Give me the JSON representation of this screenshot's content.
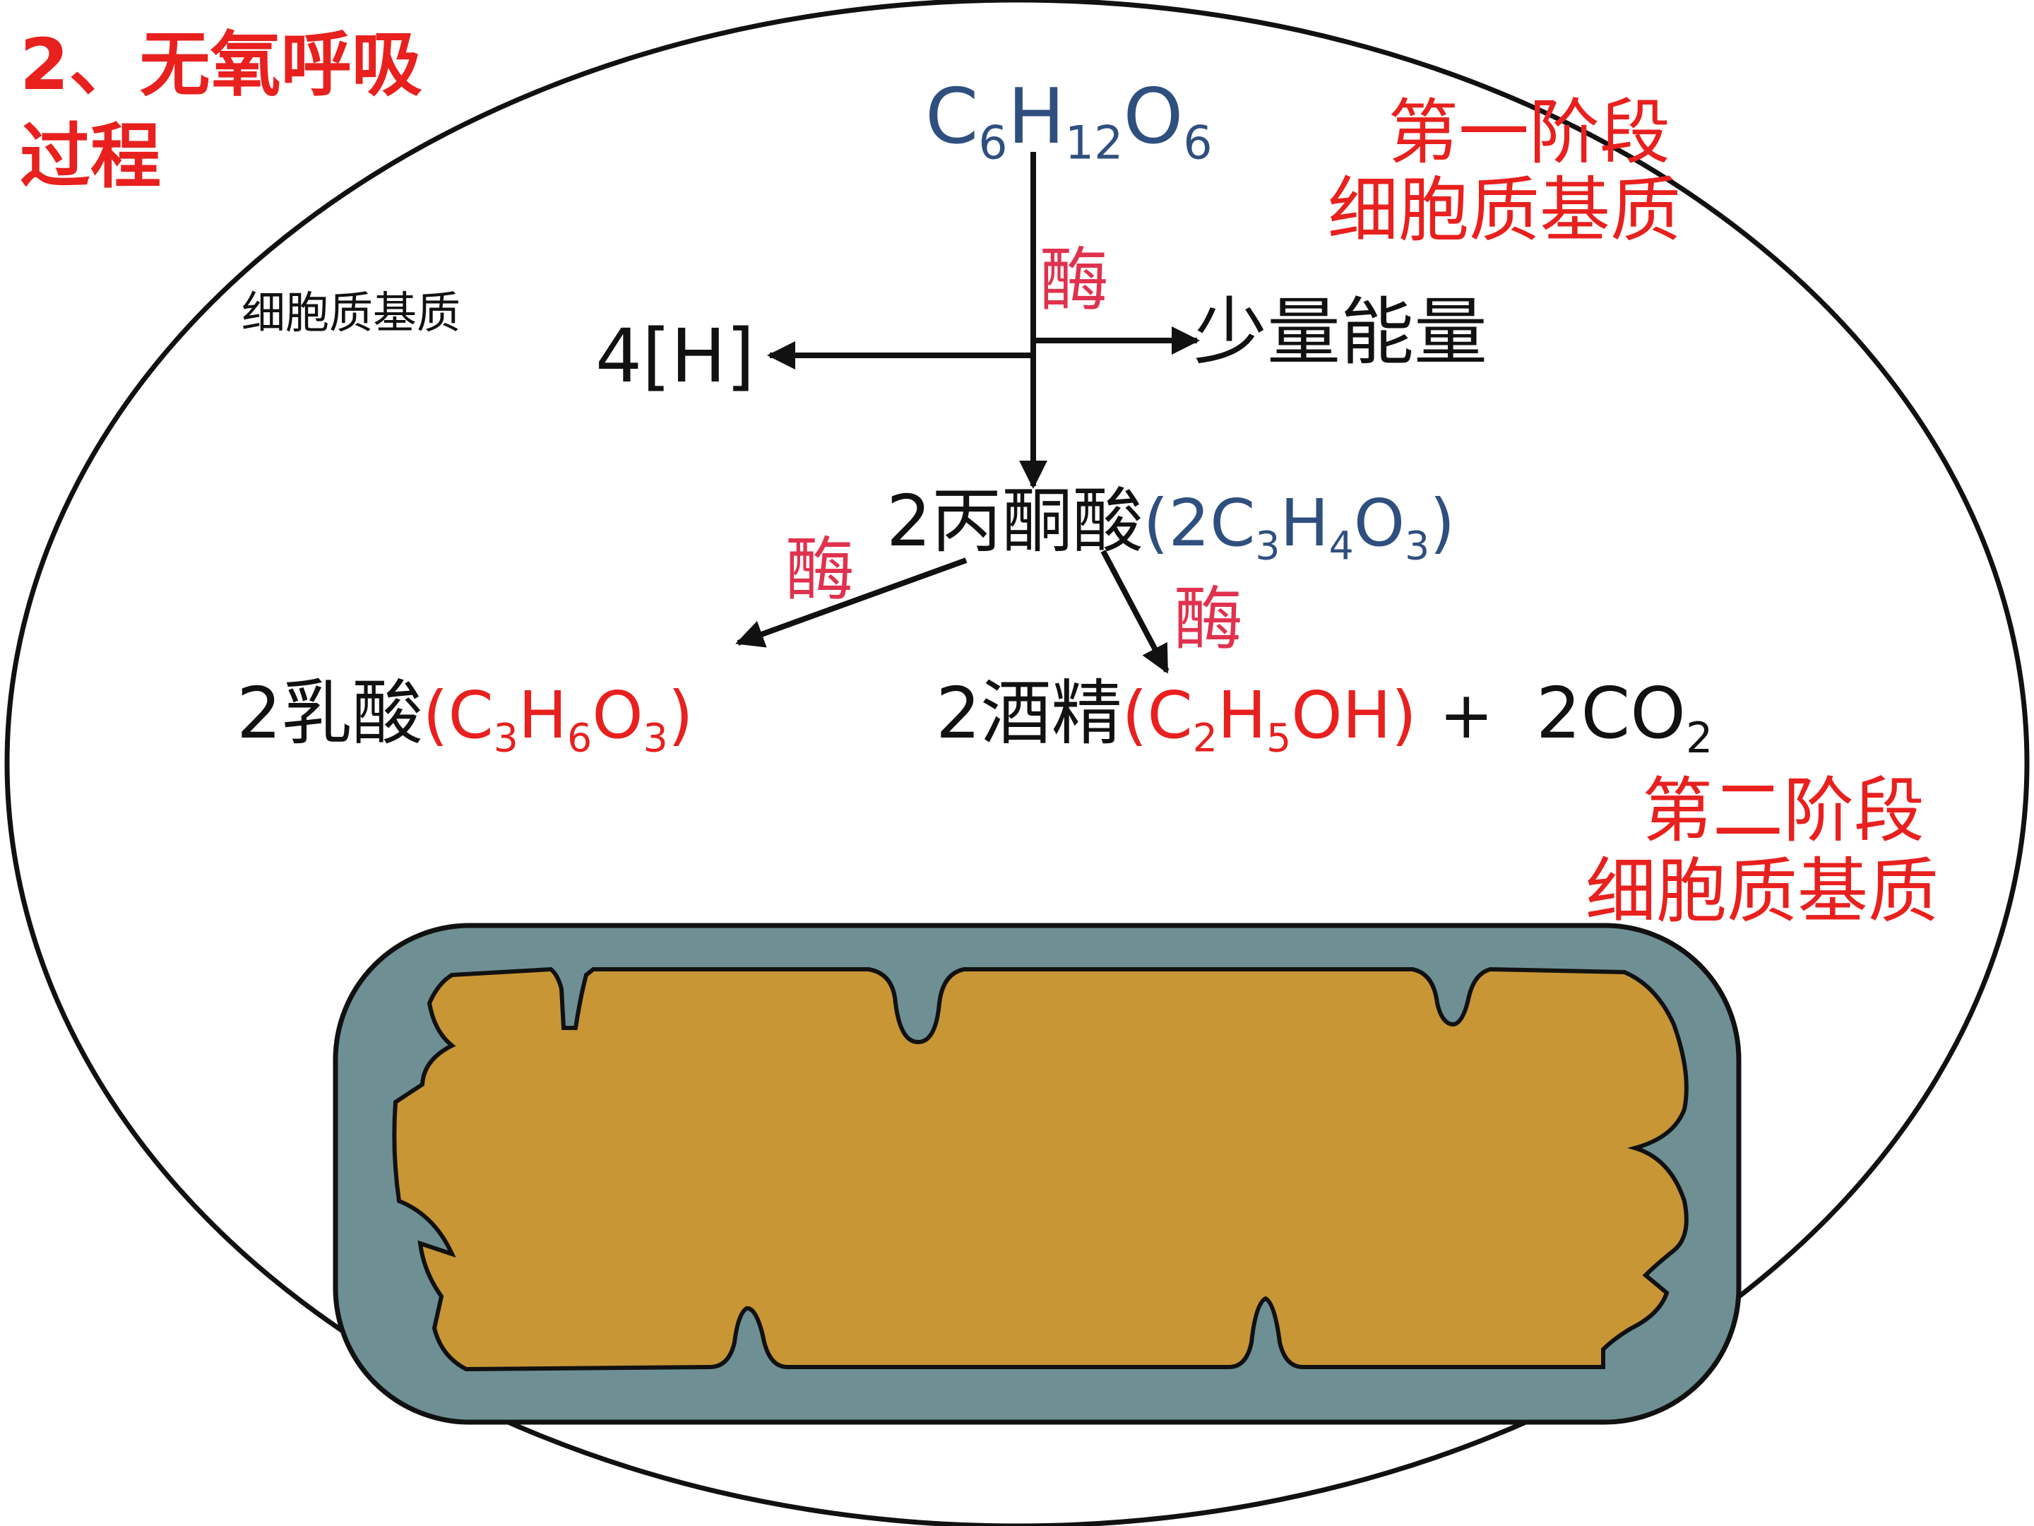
{
  "title": {
    "line1": "2、无氧呼吸",
    "line2": "过程"
  },
  "cytoplasm_label": "细胞质基质",
  "stage1": {
    "name": "第一阶段",
    "location": "细胞质基质"
  },
  "stage2": {
    "name": "第二阶段",
    "location": "细胞质基质"
  },
  "glucose": {
    "c": "C",
    "n1": "6",
    "h": "H",
    "n2": "12",
    "o": "O",
    "n3": "6"
  },
  "enzyme": "酶",
  "hydrogen": "4[H]",
  "energy": "少量能量",
  "pyruvate": {
    "name": "2丙酮酸",
    "formula": {
      "open": "(",
      "p1": "2C",
      "s1": "3",
      "p2": "H",
      "s2": "4",
      "p3": "O",
      "s3": "3",
      "close": ")"
    }
  },
  "lactic_acid": {
    "name": "2乳酸",
    "formula": {
      "open": "(",
      "p1": "C",
      "s1": "3",
      "p2": "H",
      "s2": "6",
      "p3": "O",
      "s3": "3",
      "close": ")"
    }
  },
  "alcohol": {
    "name": "2酒精",
    "formula": {
      "open": "(",
      "p1": "C",
      "s1": "2",
      "p2": "H",
      "s2": "5",
      "p3": "OH",
      "close": ")"
    }
  },
  "plus": "+",
  "co2": {
    "p1": "2CO",
    "s1": "2"
  },
  "colors": {
    "red": "#e8201e",
    "pink": "#e0324e",
    "blue": "#2f4f7f",
    "mito_outer": "#6e9094",
    "mito_inner": "#c99636"
  }
}
